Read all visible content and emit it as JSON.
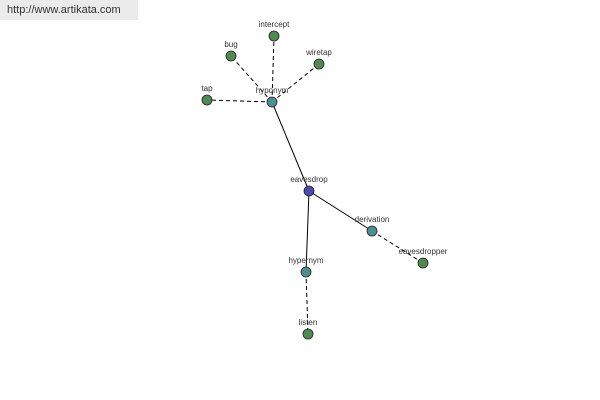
{
  "header": {
    "url": "http://www.artikata.com"
  },
  "colors": {
    "center": "#4a4ab2",
    "relation": "#4b9090",
    "word": "#4f8a4f",
    "edge": "#000000",
    "banner": "#ebebeb"
  },
  "nodes": [
    {
      "id": "eavesdrop",
      "label": "eavesdrop",
      "kind": "center"
    },
    {
      "id": "hyponym",
      "label": "hyponym",
      "kind": "relation"
    },
    {
      "id": "derivation",
      "label": "derivation",
      "kind": "relation"
    },
    {
      "id": "hypernym",
      "label": "hypernym",
      "kind": "relation"
    },
    {
      "id": "intercept",
      "label": "intercept",
      "kind": "word"
    },
    {
      "id": "bug",
      "label": "bug",
      "kind": "word"
    },
    {
      "id": "wiretap",
      "label": "wiretap",
      "kind": "word"
    },
    {
      "id": "tap",
      "label": "tap",
      "kind": "word"
    },
    {
      "id": "eavesdropper",
      "label": "eavesdropper",
      "kind": "word"
    },
    {
      "id": "listen",
      "label": "listen",
      "kind": "word"
    }
  ],
  "edges": [
    {
      "from": "eavesdrop",
      "to": "hyponym",
      "style": "solid"
    },
    {
      "from": "eavesdrop",
      "to": "derivation",
      "style": "solid"
    },
    {
      "from": "eavesdrop",
      "to": "hypernym",
      "style": "solid"
    },
    {
      "from": "hyponym",
      "to": "intercept",
      "style": "dashed"
    },
    {
      "from": "hyponym",
      "to": "bug",
      "style": "dashed"
    },
    {
      "from": "hyponym",
      "to": "wiretap",
      "style": "dashed"
    },
    {
      "from": "hyponym",
      "to": "tap",
      "style": "dashed"
    },
    {
      "from": "derivation",
      "to": "eavesdropper",
      "style": "dashed"
    },
    {
      "from": "hypernym",
      "to": "listen",
      "style": "dashed"
    }
  ]
}
